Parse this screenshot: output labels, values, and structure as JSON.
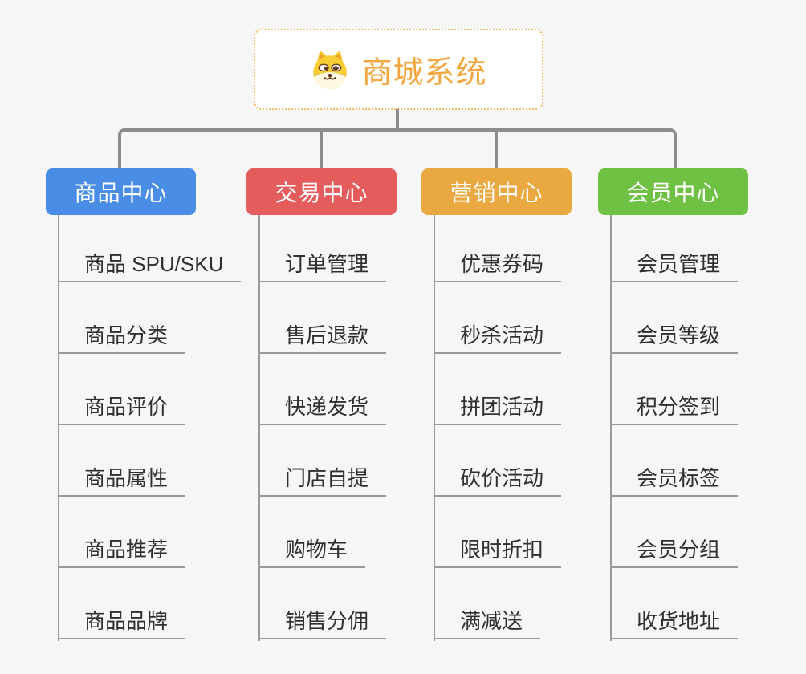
{
  "root": {
    "title": "商城系统",
    "icon": "shiba-dog-icon",
    "title_color": "#f2a63c",
    "border_color": "#ecbd62"
  },
  "connector_color": "#8c8c8c",
  "branches": [
    {
      "label": "商品中心",
      "color": "#4a8de6",
      "items": [
        "商品 SPU/SKU",
        "商品分类",
        "商品评价",
        "商品属性",
        "商品推荐",
        "商品品牌"
      ]
    },
    {
      "label": "交易中心",
      "color": "#e45c5c",
      "items": [
        "订单管理",
        "售后退款",
        "快递发货",
        "门店自提",
        "购物车",
        "销售分佣"
      ]
    },
    {
      "label": "营销中心",
      "color": "#eaa940",
      "items": [
        "优惠券码",
        "秒杀活动",
        "拼团活动",
        "砍价活动",
        "限时折扣",
        "满减送"
      ]
    },
    {
      "label": "会员中心",
      "color": "#6fc143",
      "items": [
        "会员管理",
        "会员等级",
        "积分签到",
        "会员标签",
        "会员分组",
        "收货地址"
      ]
    }
  ]
}
